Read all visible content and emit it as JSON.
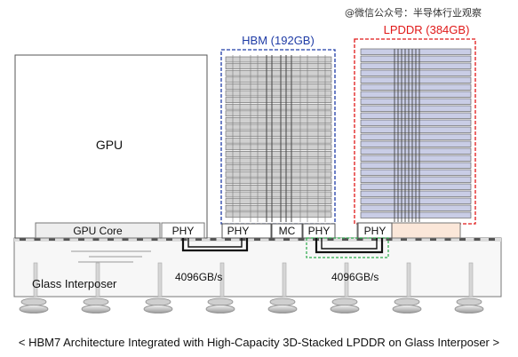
{
  "watermark": "@微信公众号：半导体行业观察",
  "labels": {
    "gpu": "GPU",
    "gpu_core": "GPU Core",
    "gpu_phy": "PHY",
    "hbm_title": "HBM (192GB)",
    "hbm_phy_left": "PHY",
    "hbm_mc": "MC",
    "hbm_phy_right": "PHY",
    "lpddr_title": "LPDDR (384GB)",
    "lpddr_phy": "PHY",
    "interposer": "Glass Interposer",
    "bw_left": "4096GB/s",
    "bw_right": "4096GB/s"
  },
  "colors": {
    "hbm_outline": "#1f3ca6",
    "lpddr_outline": "#e01818",
    "hbm_title": "#1f3ca6",
    "lpddr_title": "#e01818",
    "lpddr_die": "#c9cde6",
    "link_outline": "#2aa84a",
    "bump": "#8a8a8a"
  },
  "caption": "< HBM7 Architecture Integrated with High-Capacity 3D-Stacked LPDDR on Glass Interposer >"
}
